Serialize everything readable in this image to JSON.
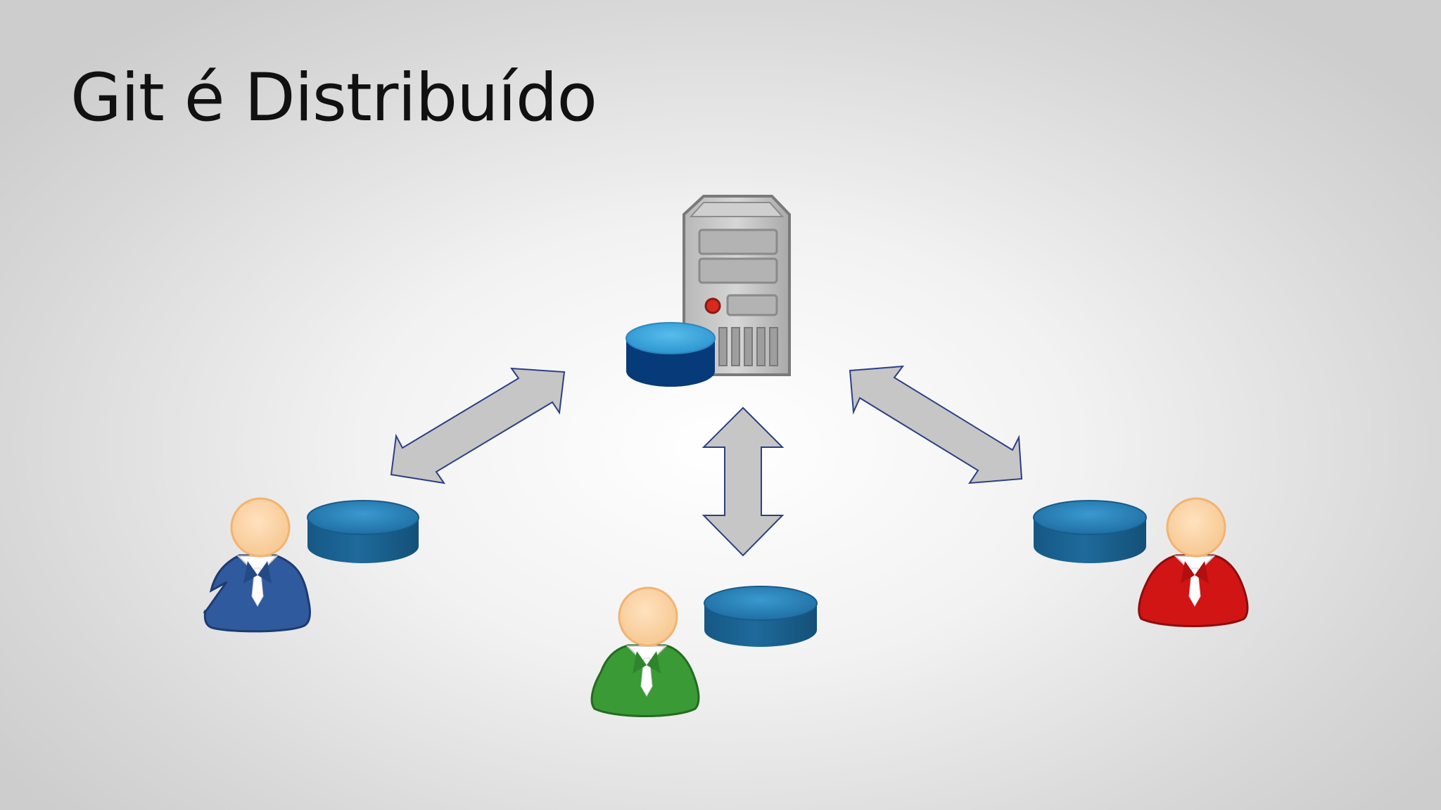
{
  "slide": {
    "title": "Git é Distribuído"
  },
  "diagram": {
    "server": {
      "icon": "server-tower-icon",
      "repository_icon": "database-icon"
    },
    "users": [
      {
        "name": "user-blue",
        "shirt_color": "#2f5a9e"
      },
      {
        "name": "user-green",
        "shirt_color": "#3a9a35"
      },
      {
        "name": "user-red",
        "shirt_color": "#d11414"
      }
    ],
    "colors": {
      "repository_top": "#2a7fb2",
      "repository_side": "#195f8f",
      "server_repository_top": "#3fa8de",
      "server_repository_side": "#063a78",
      "arrow_fill": "#c4c4c4",
      "arrow_stroke": "#223a80",
      "skin": "#fbd4a8"
    }
  }
}
